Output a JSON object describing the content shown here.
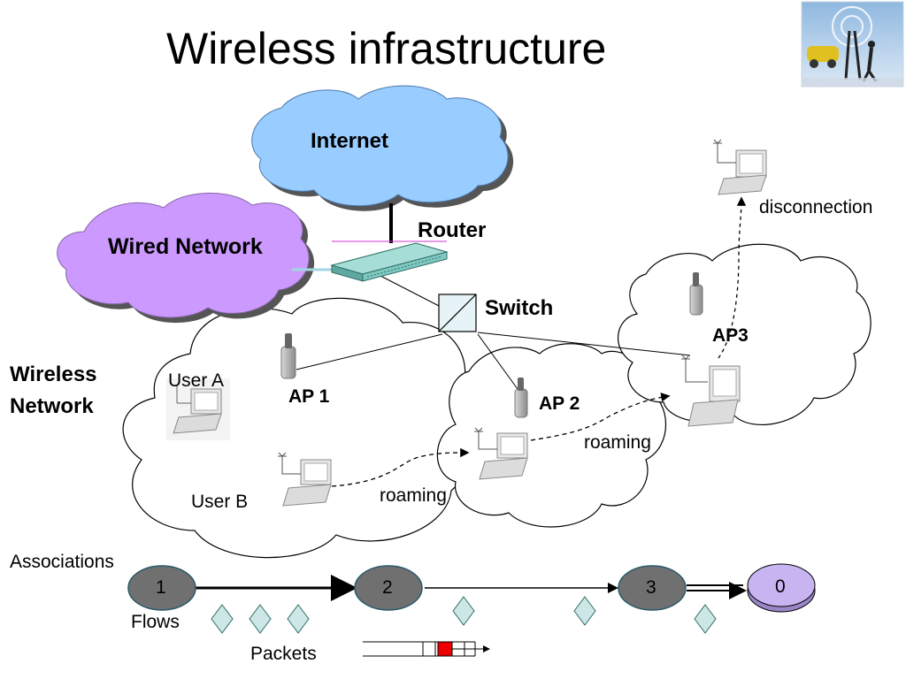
{
  "title": "Wireless infrastructure",
  "clouds": {
    "internet": "Internet",
    "wired": "Wired Network"
  },
  "devices": {
    "router": "Router",
    "switch": "Switch",
    "ap1": "AP 1",
    "ap2": "AP 2",
    "ap3": "AP3"
  },
  "wireless_network": [
    "Wireless",
    "Network"
  ],
  "users": {
    "a": "User A",
    "b": "User B"
  },
  "events": {
    "roaming_1": "roaming",
    "roaming_2": "roaming",
    "disconnection": "disconnection"
  },
  "legend": {
    "associations": "Associations",
    "flows": "Flows",
    "packets": "Packets",
    "states": [
      "1",
      "2",
      "3",
      "0"
    ]
  },
  "colors": {
    "internet_cloud": "#99ccff",
    "wired_cloud": "#cc99ff",
    "association_node": "#707070",
    "terminal_node": "#c8b4f0",
    "flow_diamond": "#cde6e6",
    "packet_highlight": "#ee0000",
    "router_body": "#7fc8c0"
  }
}
